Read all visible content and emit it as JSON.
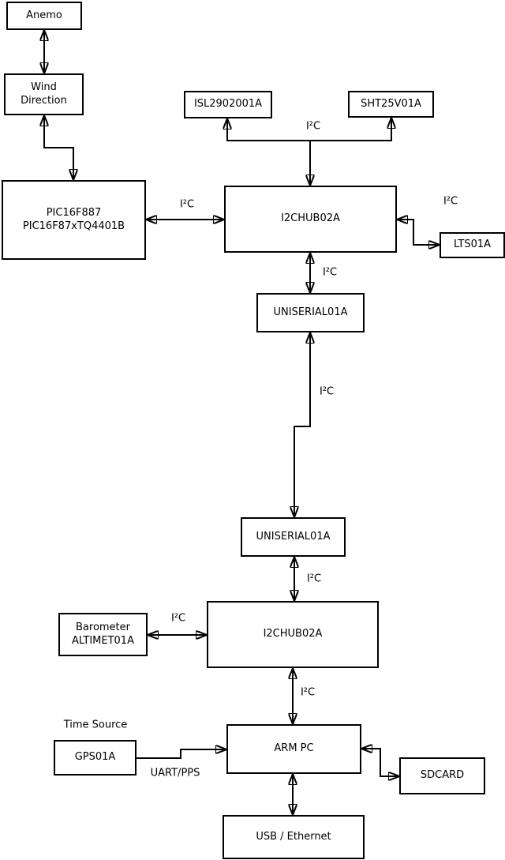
{
  "diagram_title": "",
  "colors": {
    "line": "#000000",
    "box_border": "#000000",
    "box_fill": "#ffffff",
    "background": "#ffffff",
    "text": "#000000"
  },
  "nodes": [
    {
      "id": "anemo",
      "label": "Anemo"
    },
    {
      "id": "wind",
      "label": "Wind\nDirection"
    },
    {
      "id": "pic",
      "label": "PIC16F887\nPIC16F87xTQ4401B"
    },
    {
      "id": "isl",
      "label": "ISL2902001A"
    },
    {
      "id": "sht",
      "label": "SHT25V01A"
    },
    {
      "id": "hub-upper",
      "label": "I2CHUB02A"
    },
    {
      "id": "lts",
      "label": "LTS01A"
    },
    {
      "id": "uni-upper",
      "label": "UNISERIAL01A"
    },
    {
      "id": "uni-lower",
      "label": "UNISERIAL01A"
    },
    {
      "id": "hub-lower",
      "label": "I2CHUB02A"
    },
    {
      "id": "barometer",
      "label": "Barometer\nALTIMET01A"
    },
    {
      "id": "gps",
      "label": "GPS01A"
    },
    {
      "id": "armpc",
      "label": "ARM PC"
    },
    {
      "id": "sdcard",
      "label": "SDCARD"
    },
    {
      "id": "usb",
      "label": "USB / Ethernet"
    }
  ],
  "edges": [
    {
      "from": "Anemo",
      "to": "Wind Direction",
      "direction": "bidirectional",
      "label": ""
    },
    {
      "from": "Wind Direction",
      "to": "PIC16F887 PIC16F87xTQ4401B",
      "direction": "bidirectional",
      "label": ""
    },
    {
      "from": "PIC16F887 PIC16F87xTQ4401B",
      "to": "I2CHUB02A (upper)",
      "direction": "bidirectional",
      "label": "I²C"
    },
    {
      "from": "I2CHUB02A (upper)",
      "to": "ISL2902001A, SHT25V01A",
      "direction": "bus",
      "label": "I²C"
    },
    {
      "from": "I2CHUB02A (upper)",
      "to": "LTS01A",
      "direction": "bidirectional",
      "label": "I²C"
    },
    {
      "from": "I2CHUB02A (upper)",
      "to": "UNISERIAL01A (upper)",
      "direction": "bidirectional",
      "label": "I²C"
    },
    {
      "from": "UNISERIAL01A (upper)",
      "to": "UNISERIAL01A (lower)",
      "direction": "bidirectional",
      "label": "I²C"
    },
    {
      "from": "UNISERIAL01A (lower)",
      "to": "I2CHUB02A (lower)",
      "direction": "bidirectional",
      "label": "I²C"
    },
    {
      "from": "Barometer ALTIMET01A",
      "to": "I2CHUB02A (lower)",
      "direction": "bidirectional",
      "label": "I²C"
    },
    {
      "from": "I2CHUB02A (lower)",
      "to": "ARM PC",
      "direction": "bidirectional",
      "label": "I²C"
    },
    {
      "from": "GPS01A",
      "to": "ARM PC",
      "direction": "one-way",
      "label": "UART/PPS"
    },
    {
      "from": "ARM PC",
      "to": "SDCARD",
      "direction": "bidirectional",
      "label": ""
    },
    {
      "from": "ARM PC",
      "to": "USB / Ethernet",
      "direction": "bidirectional",
      "label": ""
    }
  ],
  "annotations": {
    "time_source": "Time Source"
  }
}
